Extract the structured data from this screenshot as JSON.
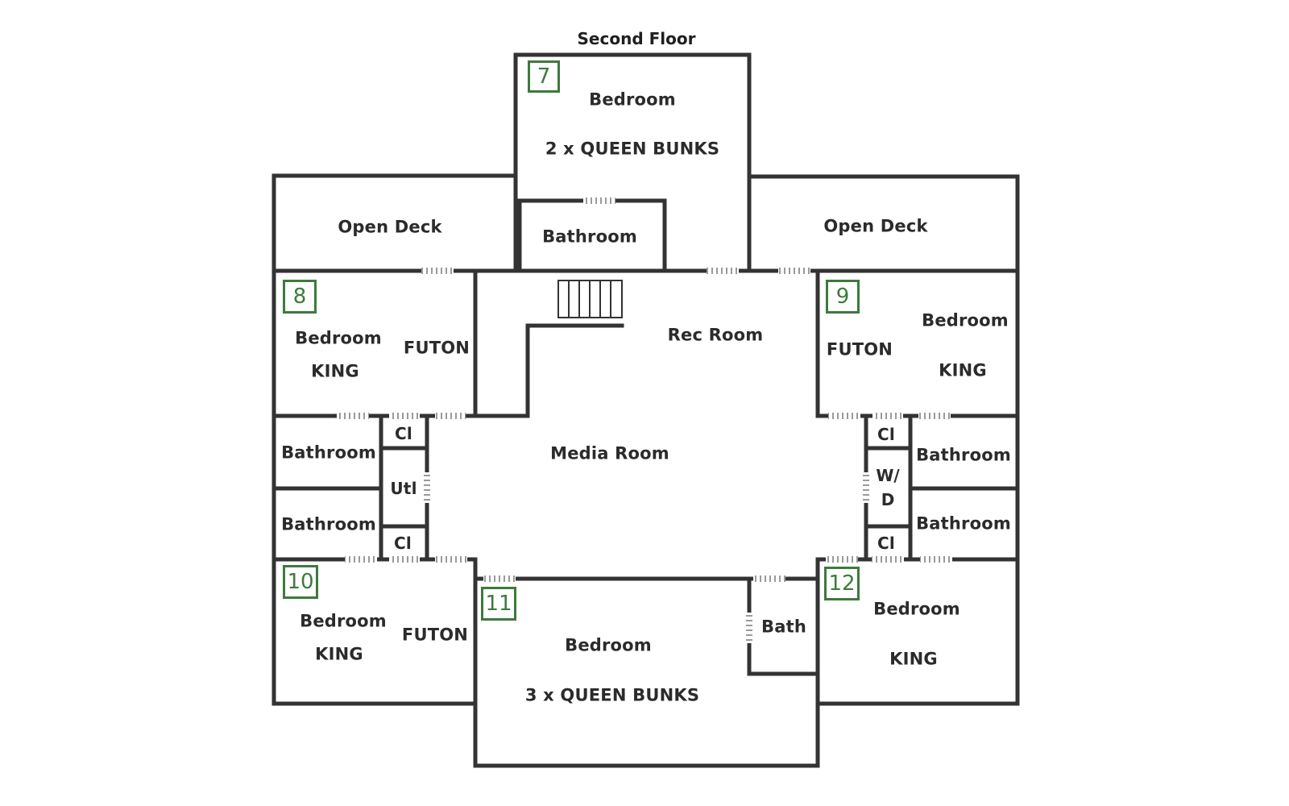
{
  "title": "Second Floor",
  "rooms": {
    "bedroom_7": {
      "number": "7",
      "label": "Bedroom",
      "beds": "2 x QUEEN BUNKS"
    },
    "bathroom_7": {
      "label": "Bathroom"
    },
    "open_deck_left": {
      "label": "Open Deck"
    },
    "open_deck_right": {
      "label": "Open Deck"
    },
    "bedroom_8": {
      "number": "8",
      "label": "Bedroom",
      "beds": "KING",
      "extra": "FUTON"
    },
    "rec_room": {
      "label": "Rec Room"
    },
    "bedroom_9": {
      "number": "9",
      "label": "Bedroom",
      "beds": "KING",
      "extra": "FUTON"
    },
    "media_room": {
      "label": "Media Room"
    },
    "bathroom_left_upper": {
      "label": "Bathroom"
    },
    "bathroom_left_lower": {
      "label": "Bathroom"
    },
    "closet_left_upper": {
      "label": "Cl"
    },
    "utility_left": {
      "label": "Utl"
    },
    "closet_left_lower": {
      "label": "Cl"
    },
    "closet_right_upper": {
      "label": "Cl"
    },
    "washer_dryer_right": {
      "line1": "W/",
      "line2": "D"
    },
    "closet_right_lower": {
      "label": "Cl"
    },
    "bathroom_right_upper": {
      "label": "Bathroom"
    },
    "bathroom_right_lower": {
      "label": "Bathroom"
    },
    "bedroom_10": {
      "number": "10",
      "label": "Bedroom",
      "beds": "KING",
      "extra": "FUTON"
    },
    "bedroom_11": {
      "number": "11",
      "label": "Bedroom",
      "beds": "3 x QUEEN BUNKS"
    },
    "bath_11": {
      "label": "Bath"
    },
    "bedroom_12": {
      "number": "12",
      "label": "Bedroom",
      "beds": "KING"
    }
  },
  "colors": {
    "wall": "#333333",
    "number_badge": "#3d7a3d",
    "door": "#9a9a9a"
  }
}
